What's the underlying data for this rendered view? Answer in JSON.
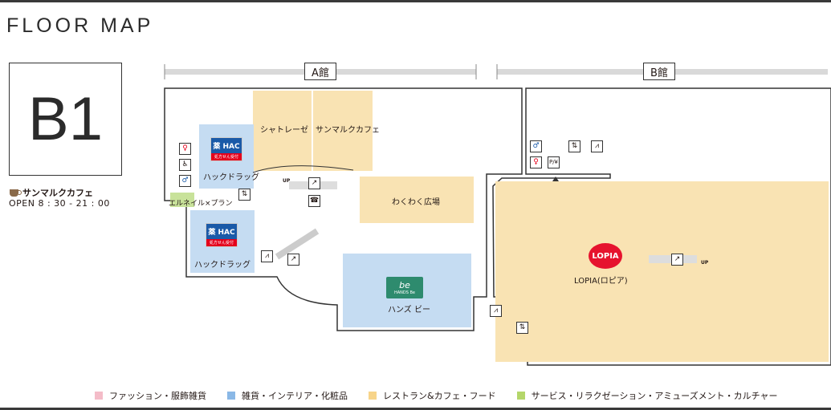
{
  "header": {
    "title": "FLOOR MAP"
  },
  "floor": {
    "label": "B1"
  },
  "cafe": {
    "name": "サンマルクカフェ",
    "hours": "OPEN  8 : 30 - 21 : 00",
    "icon": "coffee-cup-icon"
  },
  "halls": {
    "a": "A館",
    "b": "B館"
  },
  "shops": {
    "chateraise": "シャトレーゼ",
    "saintmarc": "サンマルクカフェ",
    "wakuwaku": "わくわく広場",
    "hac1": "ハックドラッグ",
    "hac2": "ハックドラッグ",
    "elnail": "エルネイル×プラン",
    "hands": "ハンズ ビー",
    "lopia": "LOPIA(ロピア)"
  },
  "logos": {
    "hac_top": "薬 HAC",
    "hac_bottom": "処方せん受付",
    "hands_line1": "be",
    "hands_line2": "HANDS Be",
    "lopia": "LOPIA"
  },
  "markers": {
    "up": "UP",
    "parking": "P/¥"
  },
  "legend": [
    {
      "label": "ファッション・服飾雑貨",
      "color": "#f4bcc8"
    },
    {
      "label": "雑貨・インテリア・化粧品",
      "color": "#8ab8e6"
    },
    {
      "label": "レストラン&カフェ・フード",
      "color": "#f7d489"
    },
    {
      "label": "サービス・リラクゼーション・アミューズメント・カルチャー",
      "color": "#b4d66a"
    }
  ],
  "colors": {
    "fashion": "#f4bcc8",
    "goods": "#c5dcf2",
    "food": "#f9e3b3",
    "service": "#c8e29a"
  }
}
